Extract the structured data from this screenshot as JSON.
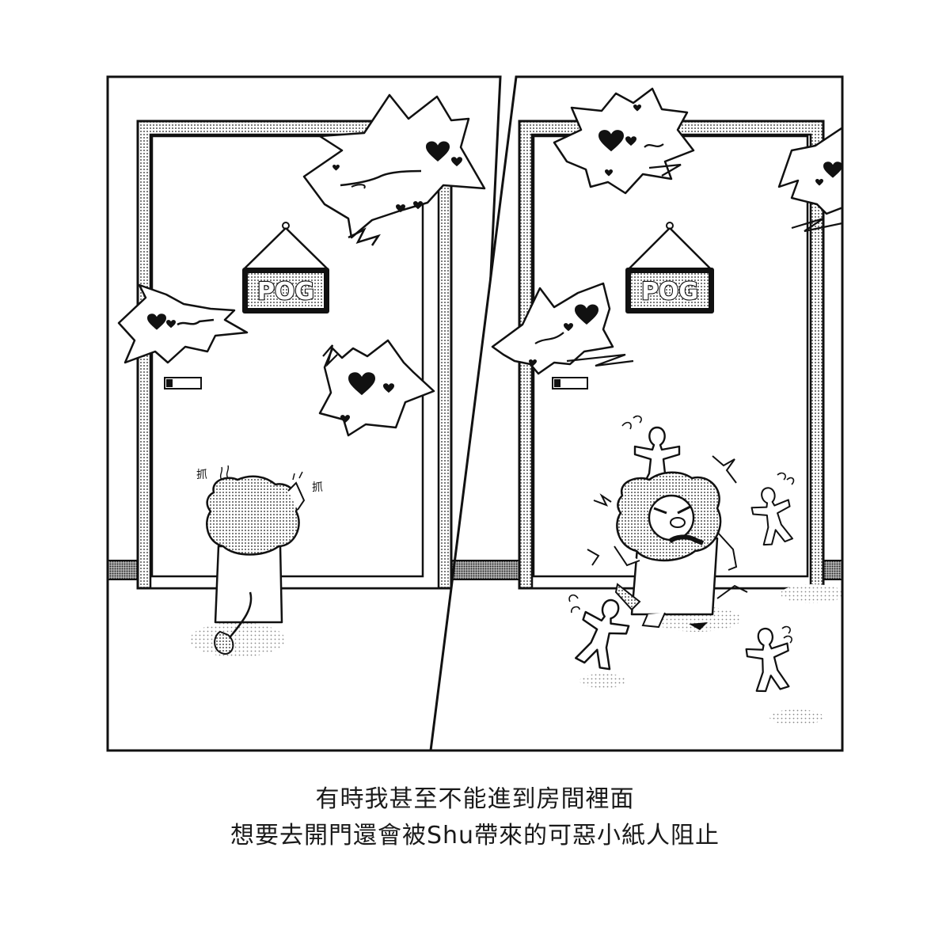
{
  "panel_left": {
    "door_sign": "POG",
    "sfx_left": "抓",
    "sfx_right": "抓"
  },
  "panel_right": {
    "door_sign": "POG"
  },
  "caption": {
    "line1": "有時我甚至不能進到房間裡面",
    "line2": "想要去開門還會被Shu帶來的可惡小紙人阻止"
  }
}
